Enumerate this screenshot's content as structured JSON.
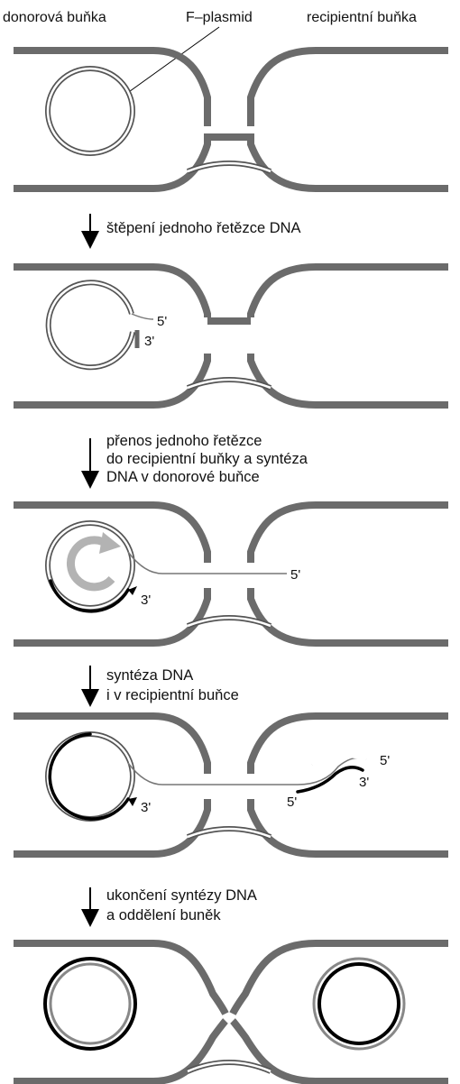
{
  "labels": {
    "donor_cell": "donorová buňka",
    "f_plasmid": "F–plasmid",
    "recipient_cell": "recipientní buňka"
  },
  "steps": [
    {
      "lines": [
        "štěpení jednoho řetězce DNA"
      ]
    },
    {
      "lines": [
        "přenos jednoho řetězce",
        "do recipientní buňky a syntéza",
        "DNA v donorové buňce"
      ]
    },
    {
      "lines": [
        "syntéza DNA",
        "i v recipientní buňce"
      ]
    },
    {
      "lines": [
        "ukončení syntézy DNA",
        "a oddělení buněk"
      ]
    }
  ],
  "ends": {
    "five_prime": "5'",
    "three_prime": "3'"
  },
  "colors": {
    "membrane": "#6b6b6b",
    "dna_old": "#666666",
    "dna_new": "#000000",
    "rotation_arrow": "#b3b3b3"
  }
}
